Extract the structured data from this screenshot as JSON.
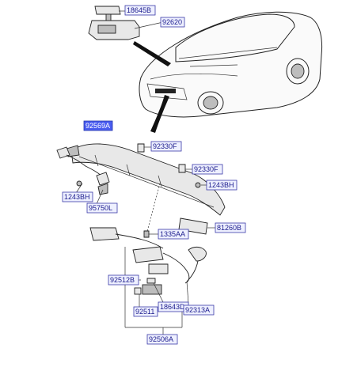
{
  "callouts": {
    "c18645B": "18645B",
    "c92620": "92620",
    "c92569A": "92569A",
    "c92330F_1": "92330F",
    "c92330F_2": "92330F",
    "c1243BH_1": "1243BH",
    "c1243BH_2": "1243BH",
    "c95750L": "95750L",
    "c81260B": "81260B",
    "c1335AA": "1335AA",
    "c92512B": "92512B",
    "c92511": "92511",
    "c18643D": "18643D",
    "c92313A": "92313A",
    "c92506A": "92506A"
  },
  "colors": {
    "highlight": "#4a5df0",
    "callout_text": "#1a1a8c",
    "callout_box": "#eef0ff"
  }
}
